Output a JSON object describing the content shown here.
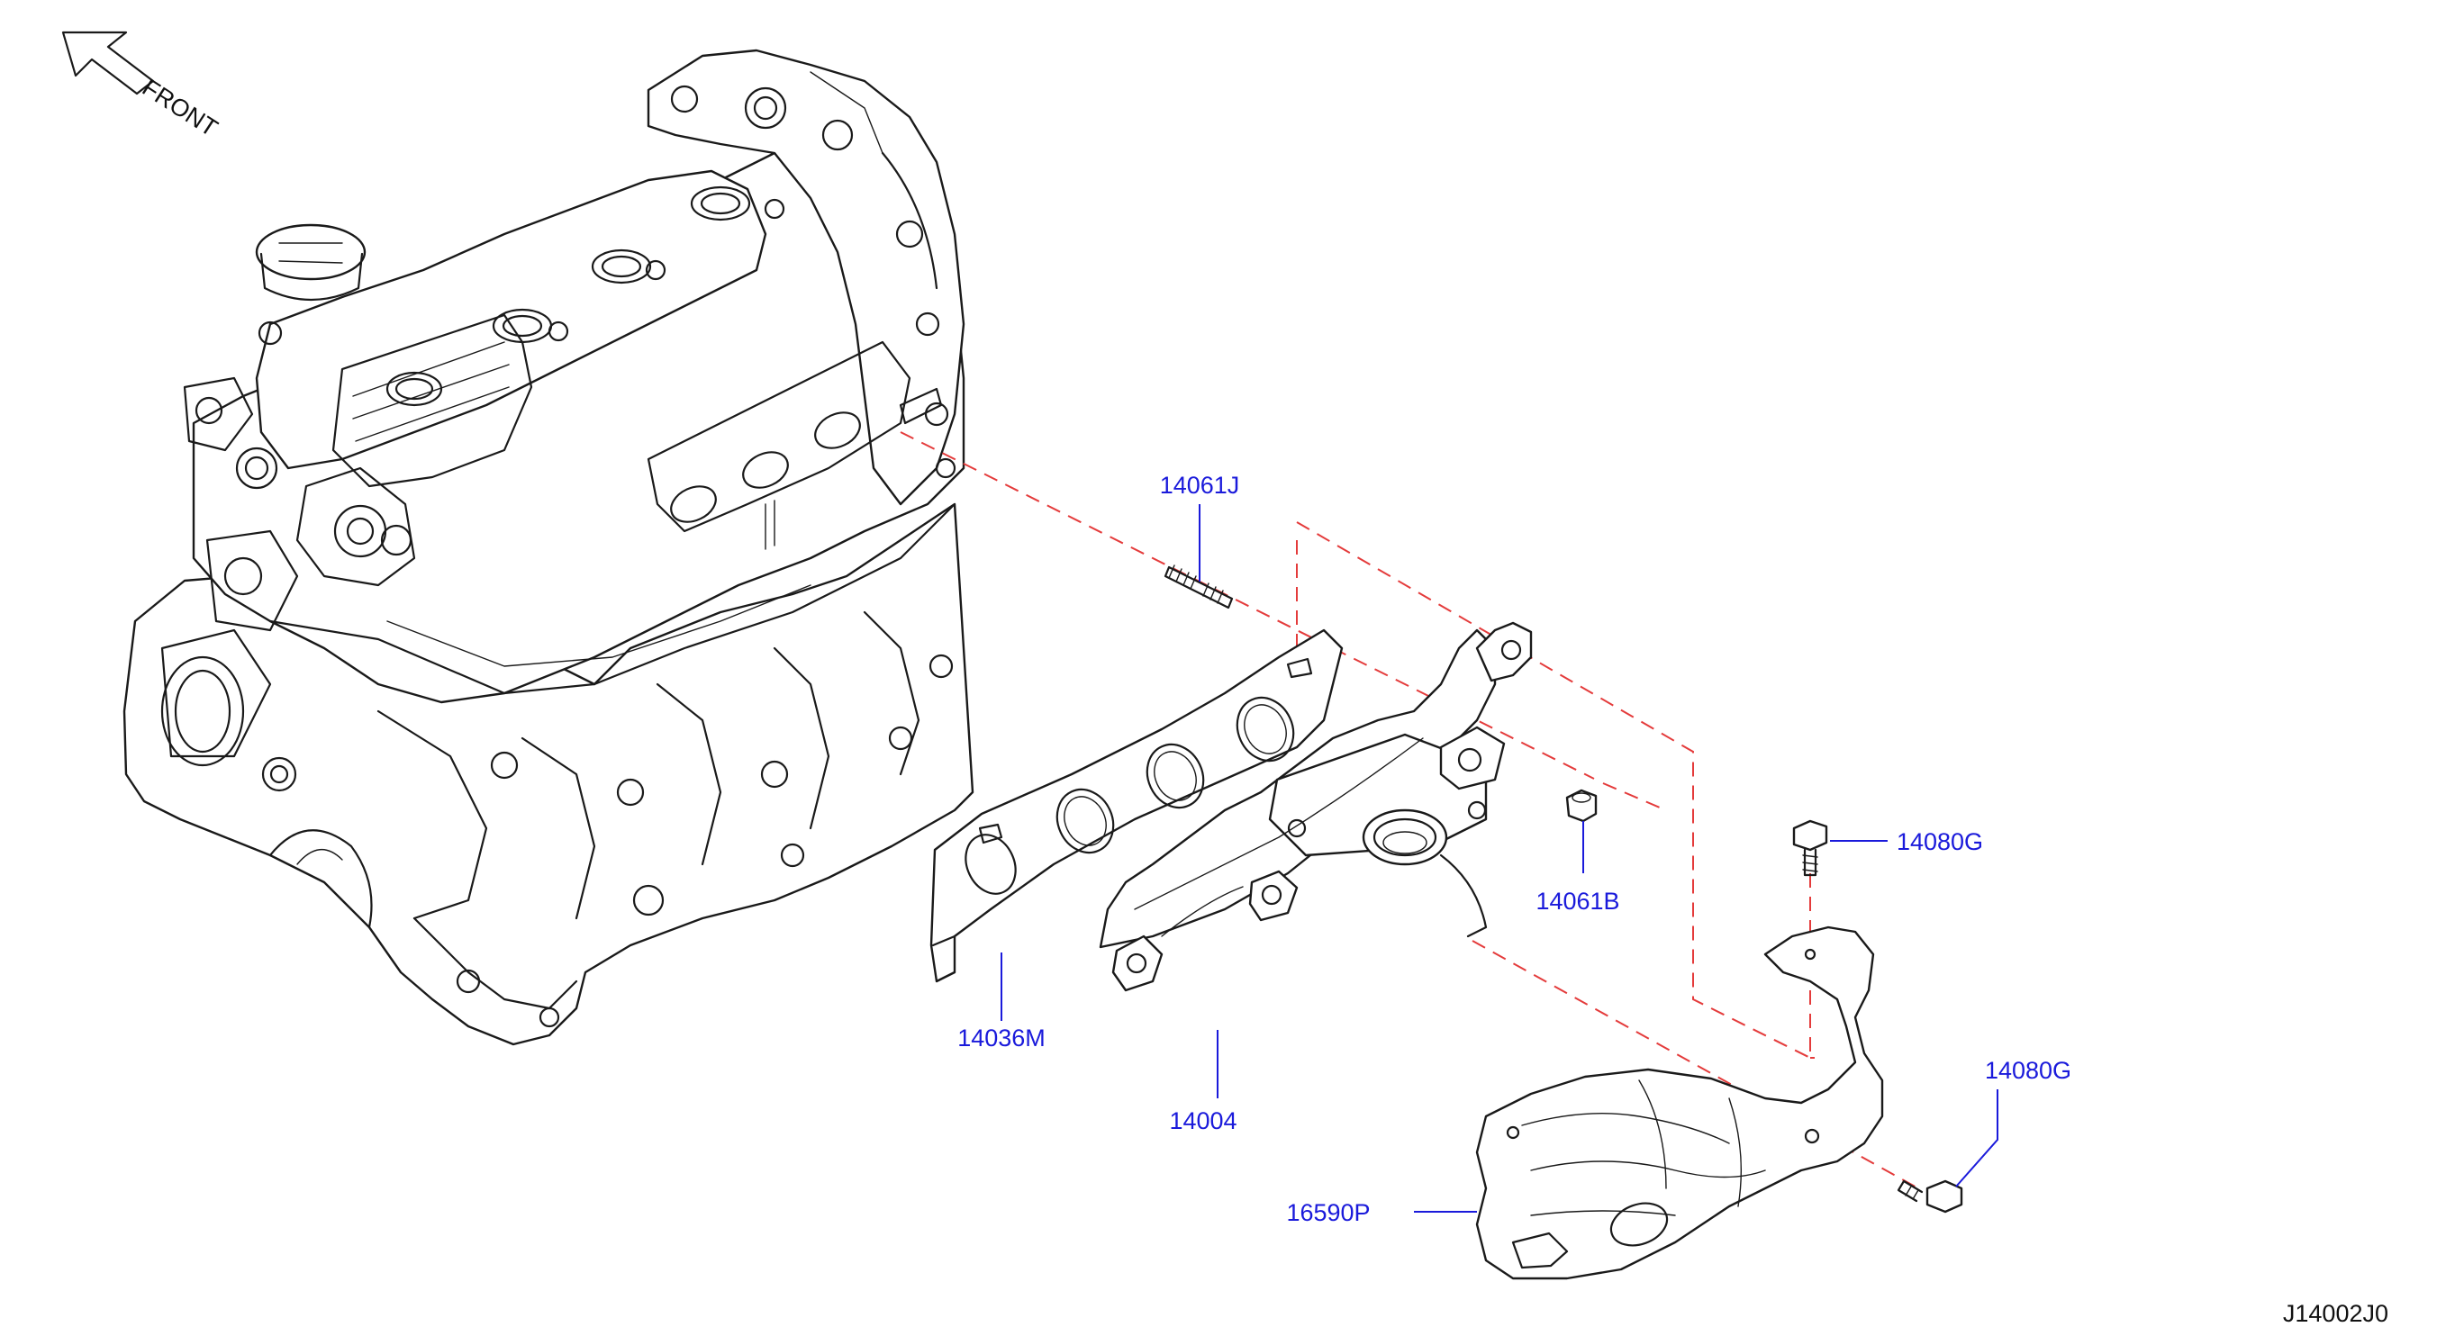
{
  "diagram": {
    "direction_label": "FRONT",
    "drawing_id": "J14002J0",
    "parts": [
      {
        "key": "stud",
        "label": "14061J"
      },
      {
        "key": "nut",
        "label": "14061B"
      },
      {
        "key": "gasket",
        "label": "14036M"
      },
      {
        "key": "manifold",
        "label": "14004"
      },
      {
        "key": "heat_shield",
        "label": "16590P"
      },
      {
        "key": "bolt_upper",
        "label": "14080G"
      },
      {
        "key": "bolt_lower",
        "label": "14080G"
      }
    ],
    "colors": {
      "label_text": "#1a1adb",
      "line_art": "#1a1a1a",
      "phantom_line": "#e43b3b",
      "background": "#ffffff"
    }
  }
}
